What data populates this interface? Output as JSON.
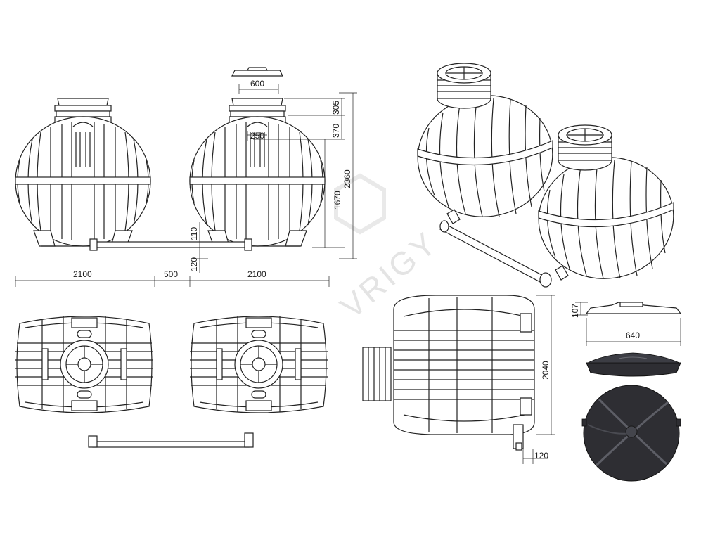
{
  "watermark": "VRIGY",
  "dimensions": {
    "lid_width": "600",
    "neck_height": "305",
    "neck_inner_height": "370",
    "inlet_offset": "250",
    "total_height": "2360",
    "body_height": "1670",
    "outlet_height": "110",
    "base_offset_front": "120",
    "tank_length_left": "2100",
    "tank_gap": "500",
    "tank_length_right": "2100",
    "side_width": "2040",
    "side_pipe_offset": "120",
    "lid_height": "107",
    "lid_diameter": "640"
  },
  "colors": {
    "line": "#222222",
    "lid_dark": "#2e2e33",
    "watermark": "#cfcfcf"
  }
}
